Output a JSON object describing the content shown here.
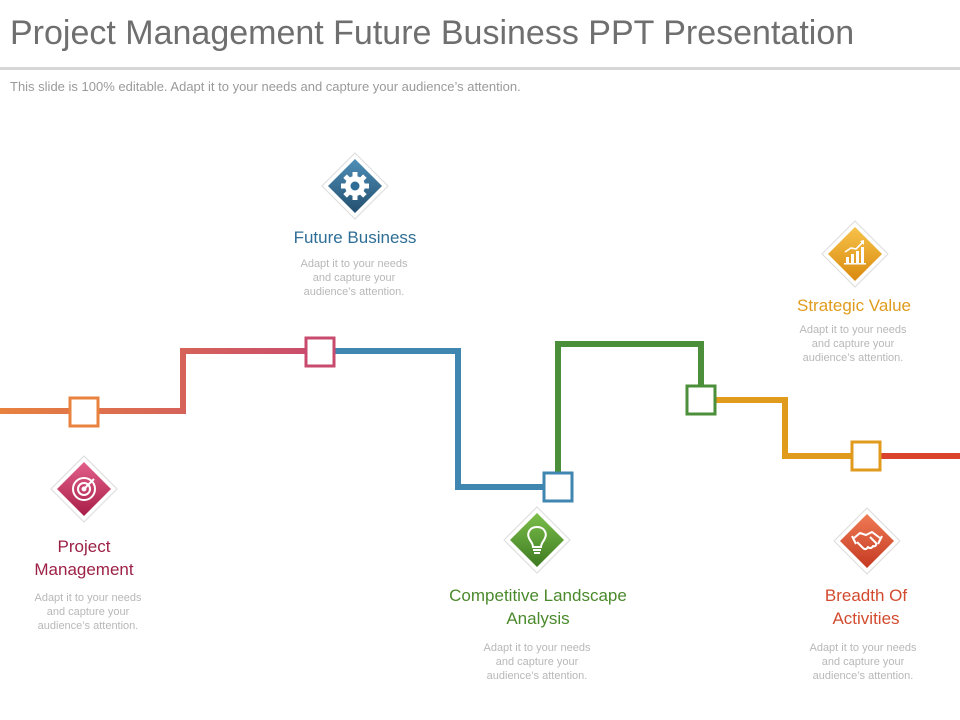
{
  "title": "Project Management Future Business PPT Presentation",
  "subtitle": "This slide is 100% editable. Adapt it to your needs and capture your audience’s attention.",
  "colors": {
    "orange": "#e8823e",
    "pink": "#c84b6e",
    "blue": "#3f86b1",
    "green": "#4c8f3a",
    "gold": "#e09b1c",
    "red": "#d9432c",
    "desc_text": "#b8b8b8"
  },
  "steps": [
    {
      "id": "project-management",
      "title_line1": "Project",
      "title_line2": "Management",
      "desc_line1": "Adapt it to your needs",
      "desc_line2": "and capture your",
      "desc_line3": "audience’s attention.",
      "icon": "target-icon",
      "color": "#b52a54"
    },
    {
      "id": "future-business",
      "title_line1": "Future Business",
      "desc_line1": "Adapt it to your needs",
      "desc_line2": "and capture your",
      "desc_line3": "audience’s attention.",
      "icon": "gear-icon",
      "color": "#2e6e96"
    },
    {
      "id": "competitive-landscape-analysis",
      "title_line1": "Competitive Landscape",
      "title_line2": "Analysis",
      "desc_line1": "Adapt it to your needs",
      "desc_line2": "and capture your",
      "desc_line3": "audience’s attention.",
      "icon": "lightbulb-icon",
      "color": "#4b8a2c"
    },
    {
      "id": "strategic-value",
      "title_line1": "Strategic Value",
      "desc_line1": "Adapt it to your needs",
      "desc_line2": "and capture your",
      "desc_line3": "audience’s attention.",
      "icon": "growth-chart-icon",
      "color": "#e09b1c"
    },
    {
      "id": "breadth-of-activities",
      "title_line1": "Breadth Of",
      "title_line2": "Activities",
      "desc_line1": "Adapt it to your needs",
      "desc_line2": "and capture your",
      "desc_line3": "audience’s attention.",
      "icon": "handshake-icon",
      "color": "#d24b2f"
    }
  ]
}
